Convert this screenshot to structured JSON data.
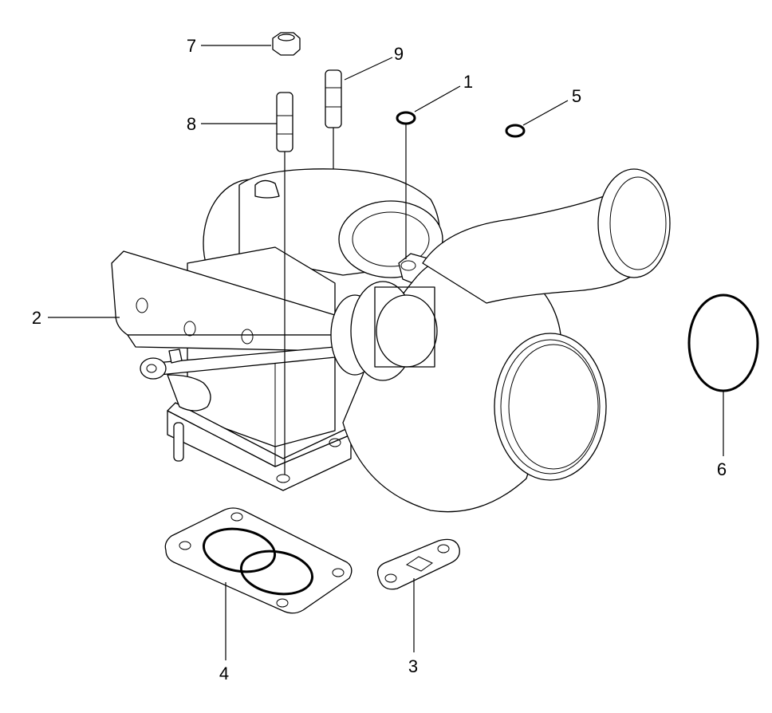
{
  "callouts": [
    {
      "id": "c1",
      "label": "1"
    },
    {
      "id": "c2",
      "label": "2"
    },
    {
      "id": "c3",
      "label": "3"
    },
    {
      "id": "c4",
      "label": "4"
    },
    {
      "id": "c5",
      "label": "5"
    },
    {
      "id": "c6",
      "label": "6"
    },
    {
      "id": "c7",
      "label": "7"
    },
    {
      "id": "c8",
      "label": "8"
    },
    {
      "id": "c9",
      "label": "9"
    }
  ],
  "colors": {
    "line": "#000000",
    "background": "#ffffff"
  }
}
